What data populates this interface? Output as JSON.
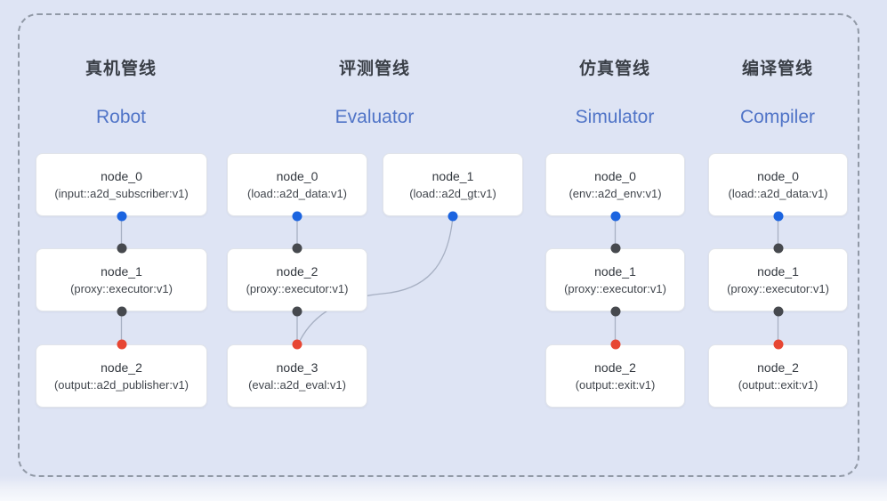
{
  "diagram": {
    "kind": "pipeline-graph",
    "colors": {
      "background": "#dee4f4",
      "frame_dash": "#9199a6",
      "node_fill": "#ffffff",
      "node_border": "#e1e4ea",
      "title_cn": "#3a3f47",
      "title_en": "#5074c7",
      "edge": "#a7b0c3",
      "port_output": "#1b64e0",
      "port_input": "#46494e",
      "port_terminal": "#e74633"
    }
  },
  "pipelines": [
    {
      "title_cn": "真机管线",
      "title_en": "Robot",
      "nodes": [
        {
          "name": "node_0",
          "type": "(input::a2d_subscriber:v1)"
        },
        {
          "name": "node_1",
          "type": "(proxy::executor:v1)"
        },
        {
          "name": "node_2",
          "type": "(output::a2d_publisher:v1)"
        }
      ]
    },
    {
      "title_cn": "评测管线",
      "title_en": "Evaluator",
      "nodes": [
        {
          "name": "node_0",
          "type": "(load::a2d_data:v1)"
        },
        {
          "name": "node_1",
          "type": "(load::a2d_gt:v1)"
        },
        {
          "name": "node_2",
          "type": "(proxy::executor:v1)"
        },
        {
          "name": "node_3",
          "type": "(eval::a2d_eval:v1)"
        }
      ]
    },
    {
      "title_cn": "仿真管线",
      "title_en": "Simulator",
      "nodes": [
        {
          "name": "node_0",
          "type": "(env::a2d_env:v1)"
        },
        {
          "name": "node_1",
          "type": "(proxy::executor:v1)"
        },
        {
          "name": "node_2",
          "type": "(output::exit:v1)"
        }
      ]
    },
    {
      "title_cn": "编译管线",
      "title_en": "Compiler",
      "nodes": [
        {
          "name": "node_0",
          "type": "(load::a2d_data:v1)"
        },
        {
          "name": "node_1",
          "type": "(proxy::executor:v1)"
        },
        {
          "name": "node_2",
          "type": "(output::exit:v1)"
        }
      ]
    }
  ],
  "edges": [
    {
      "pipeline": "Robot",
      "from": "node_0",
      "to": "node_1"
    },
    {
      "pipeline": "Robot",
      "from": "node_1",
      "to": "node_2"
    },
    {
      "pipeline": "Evaluator",
      "from": "node_0",
      "to": "node_2"
    },
    {
      "pipeline": "Evaluator",
      "from": "node_1",
      "to": "node_3"
    },
    {
      "pipeline": "Evaluator",
      "from": "node_2",
      "to": "node_3"
    },
    {
      "pipeline": "Simulator",
      "from": "node_0",
      "to": "node_1"
    },
    {
      "pipeline": "Simulator",
      "from": "node_1",
      "to": "node_2"
    },
    {
      "pipeline": "Compiler",
      "from": "node_0",
      "to": "node_1"
    },
    {
      "pipeline": "Compiler",
      "from": "node_1",
      "to": "node_2"
    }
  ]
}
